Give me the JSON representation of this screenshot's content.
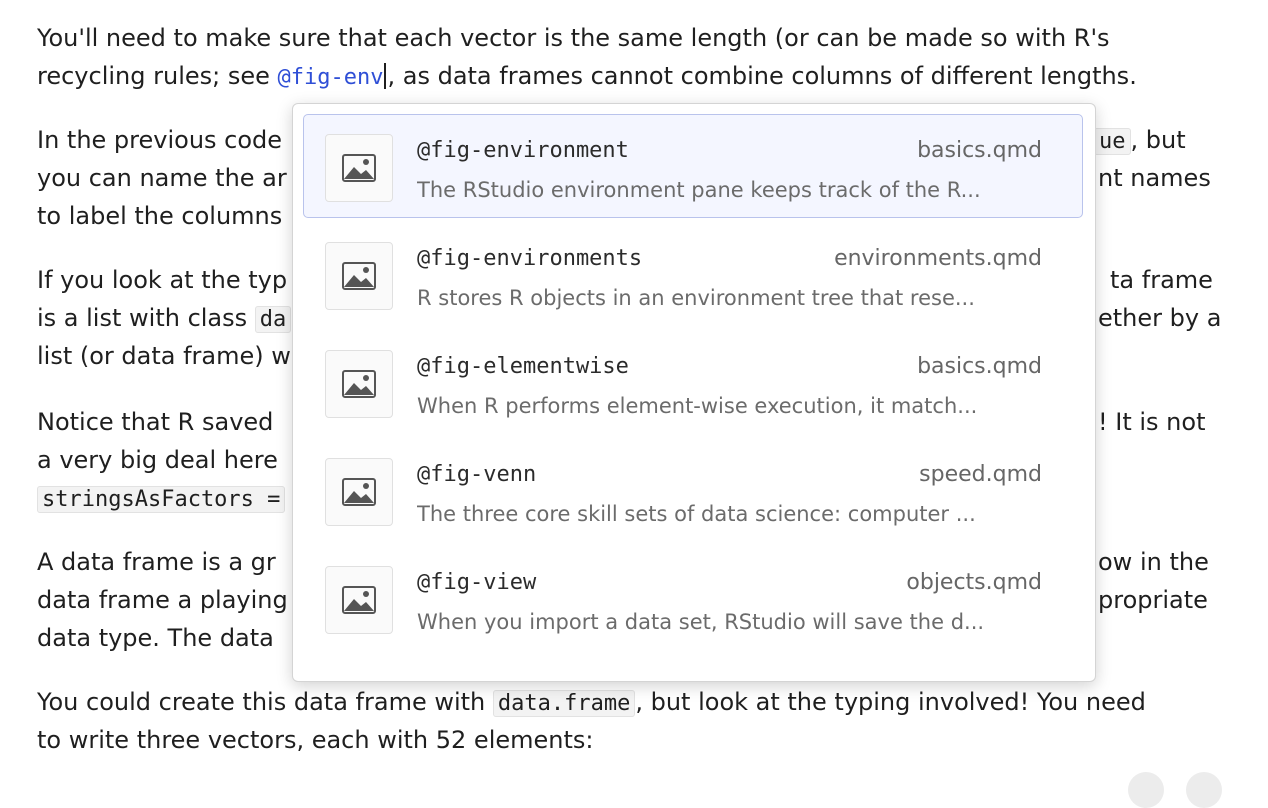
{
  "editor": {
    "p1_line1": "You'll need to make sure that each vector is the same length (or can be made so with R's",
    "p1_line2_before": "recycling rules; see ",
    "p1_xref": "@fig-env",
    "p1_line2_after": ", as data frames cannot combine columns of different lengths.",
    "p2_line1": "In the previous code",
    "p2_code_frag": "ue",
    "p2_line1_right": ", but",
    "p2_line2": "you can name the ar",
    "p2_line2_right": "nt names",
    "p2_line3": "to label the columns",
    "p3_line1": "If you look at the typ",
    "p3_line1_right": "ta frame",
    "p3_line2": "is a list with class ",
    "p3_code_frag": "da",
    "p3_line2_right": "ether by a",
    "p3_line3": "list (or data frame) w",
    "p4_line1": "Notice that R saved",
    "p4_line1_right": "! It is not",
    "p4_line2": "a very big deal here",
    "p4_code": "stringsAsFactors =",
    "p5_line1": "A data frame is a gr",
    "p5_line1_right": "ow in the",
    "p5_line2": "data frame a playing",
    "p5_line2_right": "propriate",
    "p5_line3": "data type. The data",
    "p6_line1_before": "You could create this data frame with ",
    "p6_code": "data.frame",
    "p6_line1_after": ", but look at the typing involved! You need",
    "p6_line2": "to write three vectors, each with 52 elements:"
  },
  "autocomplete": {
    "items": [
      {
        "label": "@fig-environment",
        "file": "basics.qmd",
        "desc": "The RStudio environment pane keeps track of the R...",
        "icon": "image-icon"
      },
      {
        "label": "@fig-environments",
        "file": "environments.qmd",
        "desc": "R stores R objects in an environment tree that rese...",
        "icon": "image-icon"
      },
      {
        "label": "@fig-elementwise",
        "file": "basics.qmd",
        "desc": "When R performs element-wise execution, it match...",
        "icon": "image-icon"
      },
      {
        "label": "@fig-venn",
        "file": "speed.qmd",
        "desc": "The three core skill sets of data science: computer ...",
        "icon": "image-icon"
      },
      {
        "label": "@fig-view",
        "file": "objects.qmd",
        "desc": "When you import a data set, RStudio will save the d...",
        "icon": "image-icon"
      }
    ]
  },
  "colors": {
    "xref": "#2f4fd6",
    "selected_bg": "#f4f6ff",
    "selected_border": "#b9c3ec"
  }
}
